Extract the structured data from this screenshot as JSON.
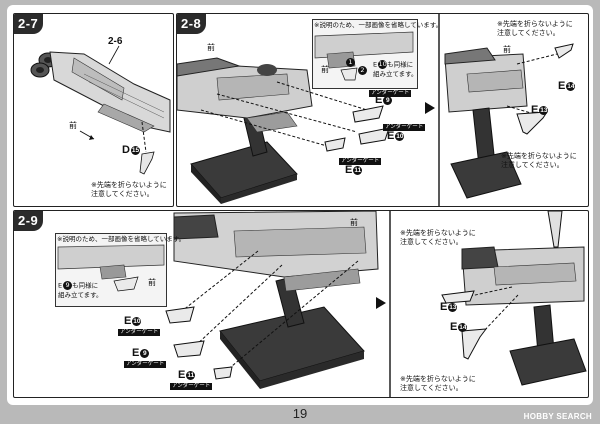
{
  "steps": {
    "s27": "2-7",
    "s28": "2-8",
    "s29": "2-9"
  },
  "step27": {
    "ref_label": "2-6",
    "part_letter": "D",
    "part_num": "15",
    "front_label": "前",
    "caution": [
      "※先端を折らないように",
      "注意してください。"
    ]
  },
  "step28": {
    "inset_note": "※説明のため、一部画像を省略しています。",
    "inset_sub": [
      "E",
      "10",
      "も同様に",
      "組み立てます。"
    ],
    "front_label": "前",
    "parts": [
      {
        "letter": "E",
        "num": "9",
        "tag": "アンダーゲート"
      },
      {
        "letter": "E",
        "num": "10",
        "tag": "アンダーゲート"
      },
      {
        "letter": "E",
        "num": "11",
        "tag": "アンダーゲート"
      }
    ],
    "callout_1": "1",
    "callout_2": "2"
  },
  "step28b": {
    "front_label": "前",
    "caution_top": [
      "※先端を折らないように",
      "注意してください。"
    ],
    "caution_bottom": [
      "※先端を折らないように",
      "注意してください。"
    ],
    "parts": [
      {
        "letter": "E",
        "num": "14"
      },
      {
        "letter": "E",
        "num": "13"
      }
    ]
  },
  "step29": {
    "inset_note": "※説明のため、一部画像を省略しています。",
    "inset_sub": [
      "E",
      "9",
      "も同様に",
      "組み立てます。"
    ],
    "front_label": "前",
    "parts": [
      {
        "letter": "E",
        "num": "10",
        "tag": "アンダーゲート"
      },
      {
        "letter": "E",
        "num": "9",
        "tag": "アンダーゲート"
      },
      {
        "letter": "E",
        "num": "11",
        "tag": "アンダーゲート"
      }
    ]
  },
  "step29b": {
    "caution_top": [
      "※先端を折らないように",
      "注意してください。"
    ],
    "caution_bottom": [
      "※先端を折らないように",
      "注意してください。"
    ],
    "parts": [
      {
        "letter": "E",
        "num": "13"
      },
      {
        "letter": "E",
        "num": "14"
      }
    ]
  },
  "page_number": "19",
  "watermark": "HOBBY SEARCH"
}
